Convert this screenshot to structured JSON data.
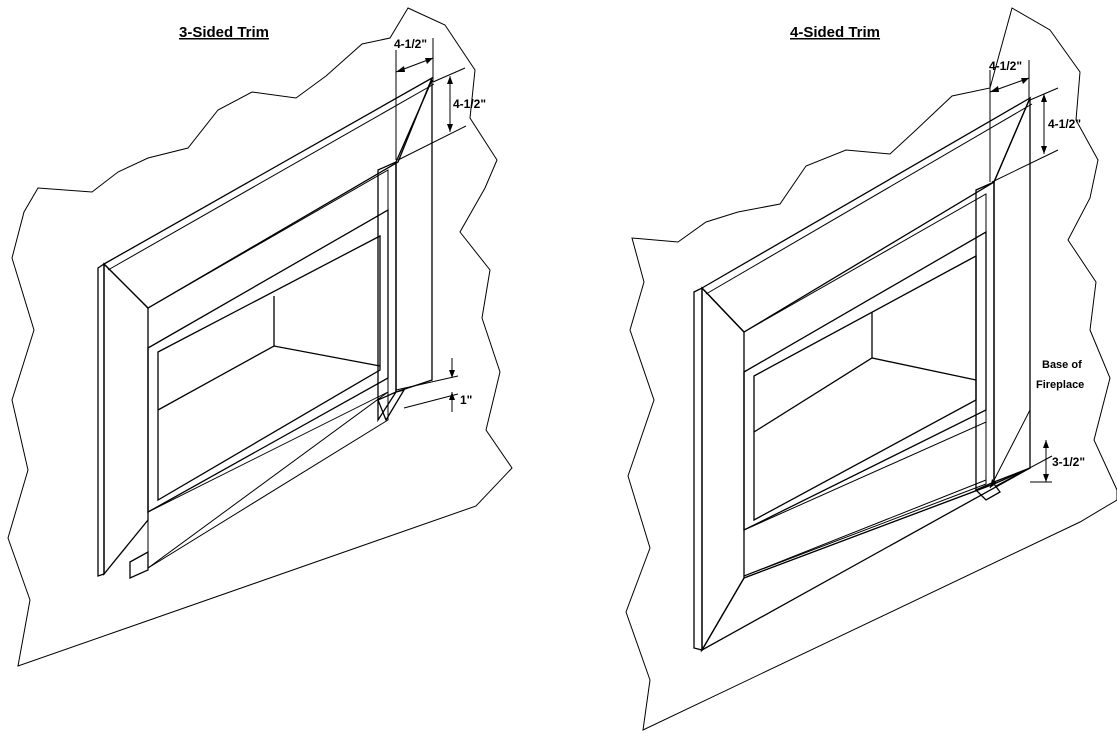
{
  "colors": {
    "trim_face": "#e9e9e9",
    "trim_edge": "#d0d0d0",
    "cavity": "#c9c9c9",
    "floor": "#a9a9a9",
    "wall": "#ffffff",
    "line": "#000000"
  },
  "left_panel": {
    "title": "3-Sided Trim",
    "dims": {
      "top_width": "4-1/2\"",
      "side_height": "4-1/2\"",
      "bottom_gap": "1\""
    }
  },
  "right_panel": {
    "title": "4-Sided Trim",
    "dims": {
      "top_width": "4-1/2\"",
      "side_height": "4-1/2\"",
      "base_height": "3-1/2\""
    },
    "base_label_line1": "Base of",
    "base_label_line2": "Fireplace"
  }
}
